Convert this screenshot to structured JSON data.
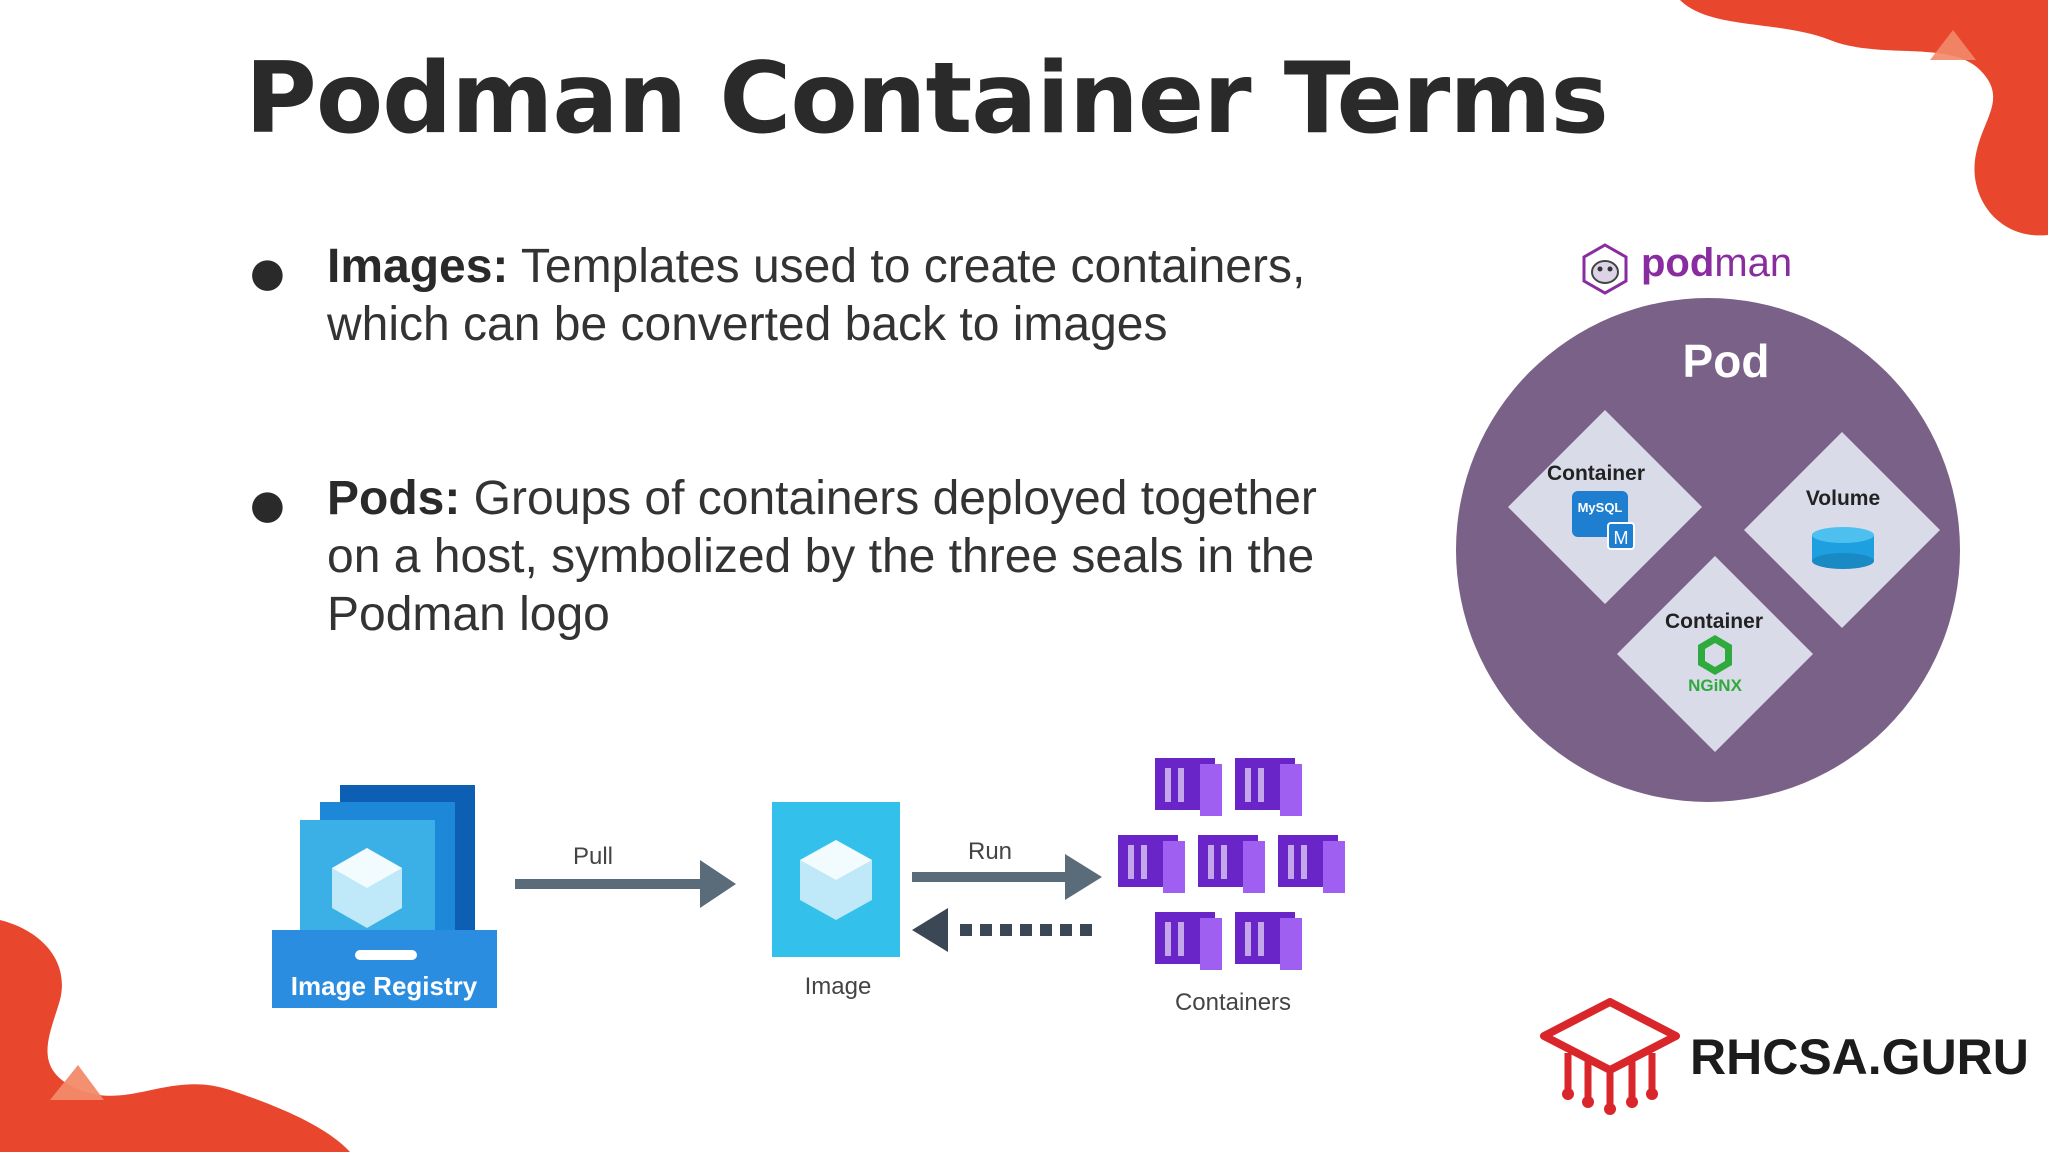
{
  "slide": {
    "title": "Podman Container Terms"
  },
  "bullets": [
    {
      "term": "Images:",
      "text": " Templates used to create containers, which can be converted back to images"
    },
    {
      "term": "Pods:",
      "text": " Groups of containers deployed together on a host, symbolized by the three seals in the Podman logo"
    }
  ],
  "flow": {
    "registry_label": "Image Registry",
    "pull_label": "Pull",
    "image_label": "Image",
    "run_label": "Run",
    "containers_label": "Containers"
  },
  "pod_diagram": {
    "logo_text_bold": "pod",
    "logo_text_light": "man",
    "pod_label": "Pod",
    "container1_label": "Container",
    "container1_app": "MySQL",
    "container1_badge": "M",
    "volume_label": "Volume",
    "container2_label": "Container",
    "container2_app": "NGiNX"
  },
  "brand": {
    "name": "RHCSA.GURU"
  },
  "colors": {
    "accent_red": "#e8472e",
    "pod_purple": "#7a6187",
    "podman_purple": "#892ca0",
    "cube_blue": "#1e88d8",
    "container_purple": "#7b35d9"
  }
}
